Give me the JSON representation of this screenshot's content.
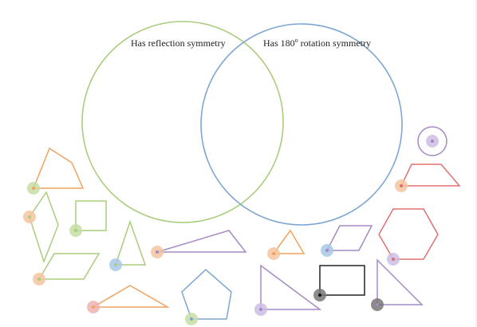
{
  "venn": {
    "reflection_label": "Has reflection symmetry",
    "rotation_label": {
      "prefix": "Has 180",
      "superscript": "o",
      "suffix": " rotation symmetry"
    },
    "reflection_color": "#a9cd7d",
    "rotation_color": "#7da6d3"
  },
  "shapes": [
    {
      "name": "trapezoid-orange",
      "kind": "trapezoid",
      "color": "#f0a35e",
      "handle": "#c6dea3"
    },
    {
      "name": "kite-green",
      "kind": "kite",
      "color": "#a9cd7d",
      "handle": "#f4c6a0"
    },
    {
      "name": "square-green",
      "kind": "square",
      "color": "#a9cd7d",
      "handle": "#c6dea3"
    },
    {
      "name": "triangle-green",
      "kind": "isosceles-triangle",
      "color": "#a9cd7d",
      "handle": "#a9c8e8"
    },
    {
      "name": "parallelogram-green",
      "kind": "parallelogram",
      "color": "#a9cd7d",
      "handle": "#f4c6a0"
    },
    {
      "name": "triangle-orange-wide",
      "kind": "obtuse-triangle",
      "color": "#f0a35e",
      "handle": "#eeb3b3"
    },
    {
      "name": "triangle-purple-long",
      "kind": "scalene-triangle",
      "color": "#a48ac4",
      "handle": "#f4c6a0"
    },
    {
      "name": "pentagon-blue",
      "kind": "pentagon",
      "color": "#7da6d3",
      "handle": "#c6dea3"
    },
    {
      "name": "triangle-orange-small",
      "kind": "isosceles-triangle",
      "color": "#f0a35e",
      "handle": "#f4c6a0"
    },
    {
      "name": "parallelogram-purple",
      "kind": "parallelogram",
      "color": "#a48ac4",
      "handle": "#a9c8e8"
    },
    {
      "name": "triangle-purple-right",
      "kind": "right-triangle",
      "color": "#a48ac4",
      "handle": "#cdbde3"
    },
    {
      "name": "rectangle-black",
      "kind": "rectangle",
      "color": "#222222",
      "handle": "#777777"
    },
    {
      "name": "triangle-purple-steep",
      "kind": "right-triangle",
      "color": "#a48ac4",
      "handle": "#777777"
    },
    {
      "name": "hexagon-red",
      "kind": "hexagon",
      "color": "#e07070",
      "handle": "#cdbde3"
    },
    {
      "name": "trapezoid-red",
      "kind": "trapezoid",
      "color": "#e07070",
      "handle": "#f4c6a0"
    },
    {
      "name": "circle-purple",
      "kind": "circle",
      "color": "#a48ac4",
      "handle": "#cdbde3"
    }
  ]
}
